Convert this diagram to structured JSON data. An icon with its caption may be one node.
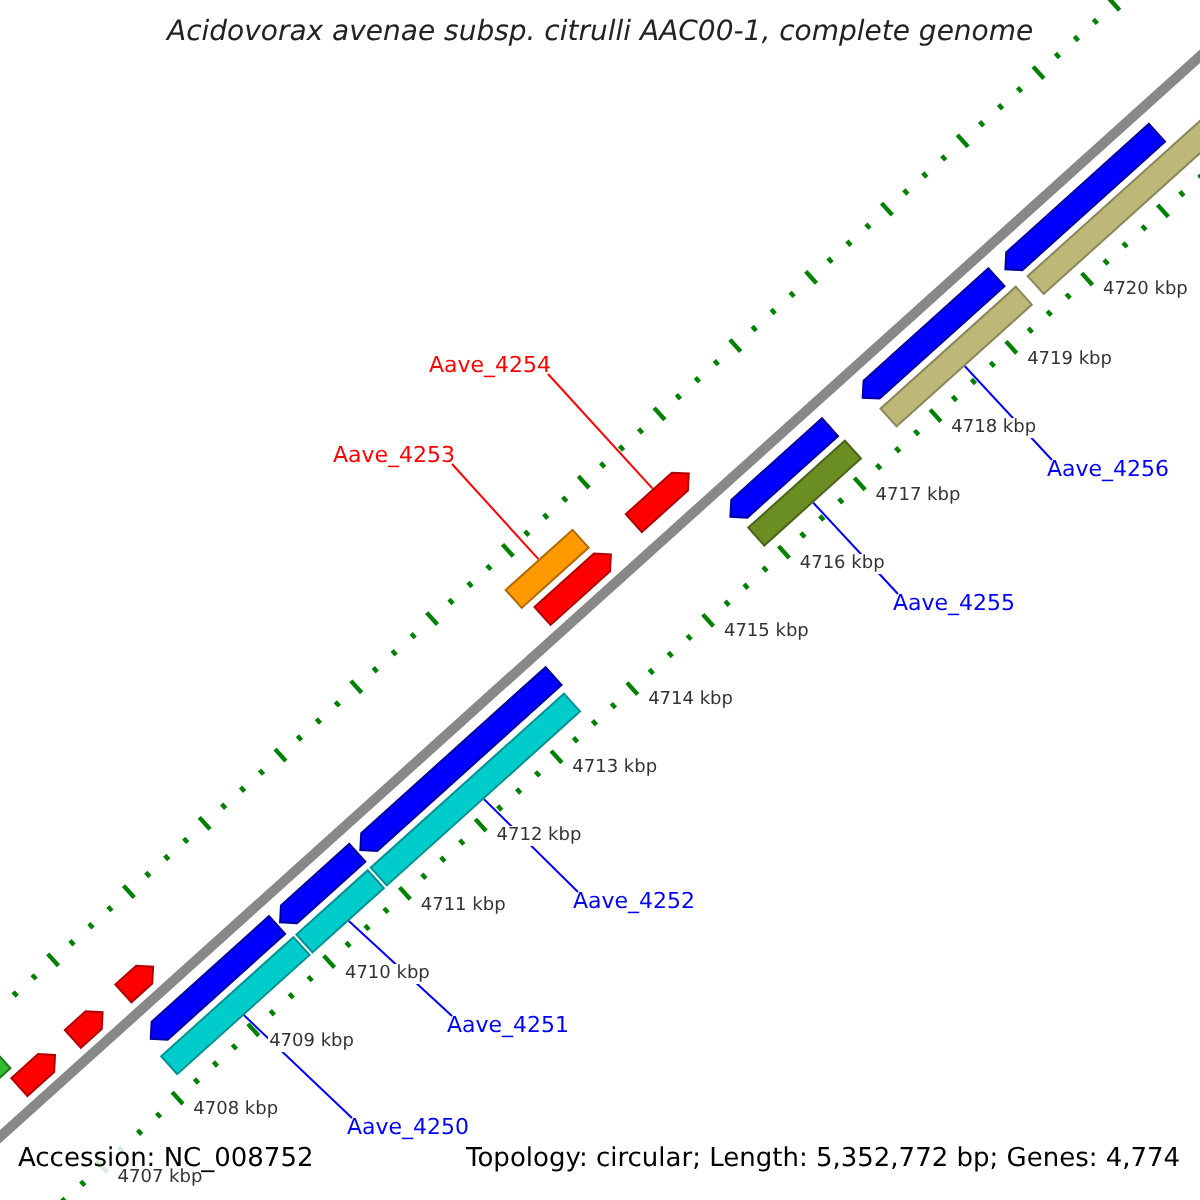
{
  "diagram": {
    "title": "Acidovorax avenae subsp. citrulli AAC00-1, complete genome",
    "nodes": [
      {
        "text": [
          "Aave_4254"
        ]
      },
      {
        "text": [
          "Aave_4253"
        ]
      },
      {
        "text": [
          "Aave_4256"
        ]
      },
      {
        "text": [
          "Aave_4255"
        ]
      },
      {
        "text": [
          "Aave_4252"
        ]
      },
      {
        "text": [
          "Aave_4251"
        ]
      },
      {
        "text": [
          "Aave_4250"
        ]
      },
      {
        "text": [],
        "shape": "bar"
      },
      {
        "text": [],
        "shape": "arrow"
      },
      {
        "text": [],
        "shape": "arrow"
      },
      {
        "text": [],
        "shape": "arrow"
      },
      {
        "text": [],
        "shape": "bar"
      },
      {
        "text": [],
        "shape": "arrow"
      },
      {
        "text": [],
        "shape": "bar"
      },
      {
        "text": [],
        "shape": "arrow"
      },
      {
        "text": [],
        "shape": "bar"
      },
      {
        "text": [],
        "shape": "arrow"
      },
      {
        "text": [],
        "shape": "bar"
      },
      {
        "text": [],
        "shape": "arrow"
      },
      {
        "text": [],
        "shape": "arrow"
      },
      {
        "text": [],
        "shape": "arrow"
      },
      {
        "text": [],
        "shape": "bar"
      },
      {
        "text": [],
        "shape": "arrow"
      },
      {
        "text": [],
        "shape": "bar"
      },
      {
        "text": [],
        "shape": "arrow"
      },
      {
        "text": [],
        "shape": "bar"
      }
    ],
    "edges": [
      {
        "from": 0,
        "to": 19,
        "arrow": "none",
        "color": "#ff0000"
      },
      {
        "from": 1,
        "to": 17,
        "arrow": "none",
        "color": "#ff0000"
      },
      {
        "from": 2,
        "to": 23,
        "arrow": "none"
      },
      {
        "from": 3,
        "to": 21,
        "arrow": "none"
      },
      {
        "from": 4,
        "to": 15,
        "arrow": "none"
      },
      {
        "from": 5,
        "to": 13,
        "arrow": "none"
      },
      {
        "from": 6,
        "to": 11,
        "arrow": "none"
      }
    ],
    "labels": [
      "4720 kbp",
      "4719 kbp",
      "4718 kbp",
      "4717 kbp",
      "4716 kbp",
      "4715 kbp",
      "4714 kbp",
      "4713 kbp",
      "4712 kbp",
      "4711 kbp",
      "4710 kbp",
      "4709 kbp",
      "4708 kbp",
      "4707 kbp",
      "Accession: NC_008752",
      "Topology: circular; Length: 5,352,772 bp; Genes: 4,774"
    ]
  }
}
